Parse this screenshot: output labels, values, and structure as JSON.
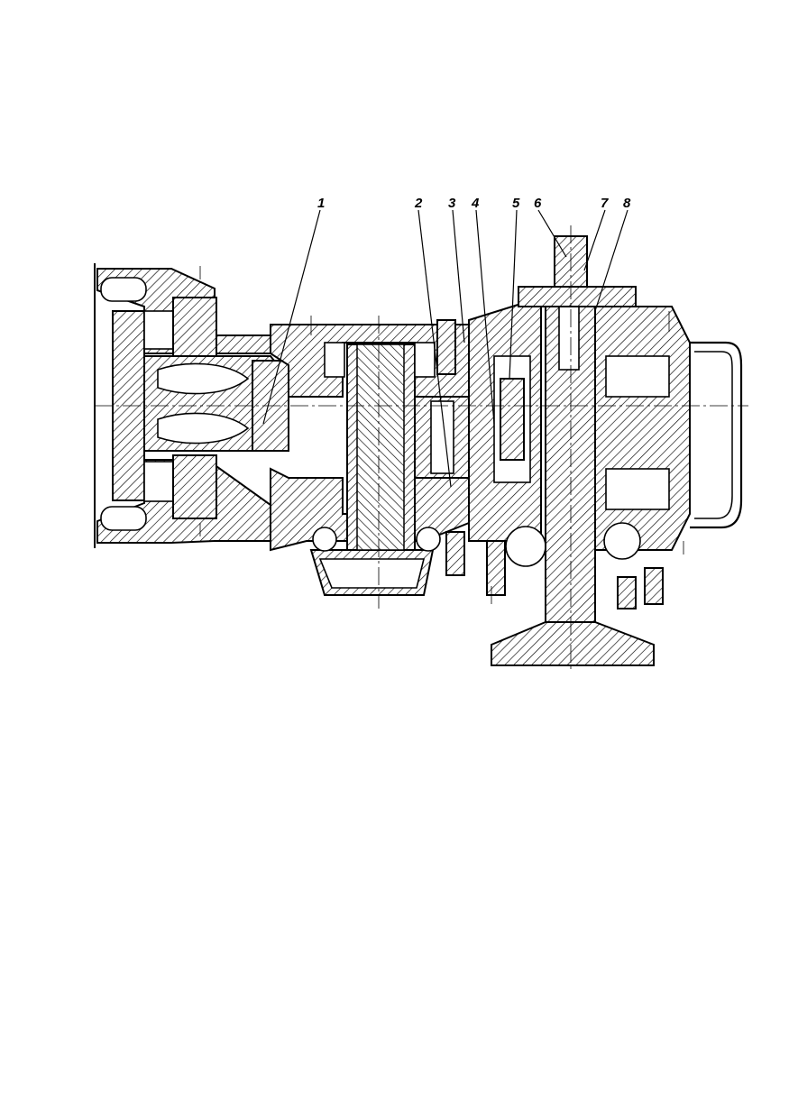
{
  "figure": {
    "callouts": [
      {
        "id": "1",
        "label": "1"
      },
      {
        "id": "2",
        "label": "2"
      },
      {
        "id": "3",
        "label": "3"
      },
      {
        "id": "4",
        "label": "4"
      },
      {
        "id": "5",
        "label": "5"
      },
      {
        "id": "6",
        "label": "6"
      },
      {
        "id": "7",
        "label": "7"
      },
      {
        "id": "8",
        "label": "8"
      }
    ]
  },
  "colors": {
    "ink": "#000000",
    "paper": "#ffffff"
  }
}
